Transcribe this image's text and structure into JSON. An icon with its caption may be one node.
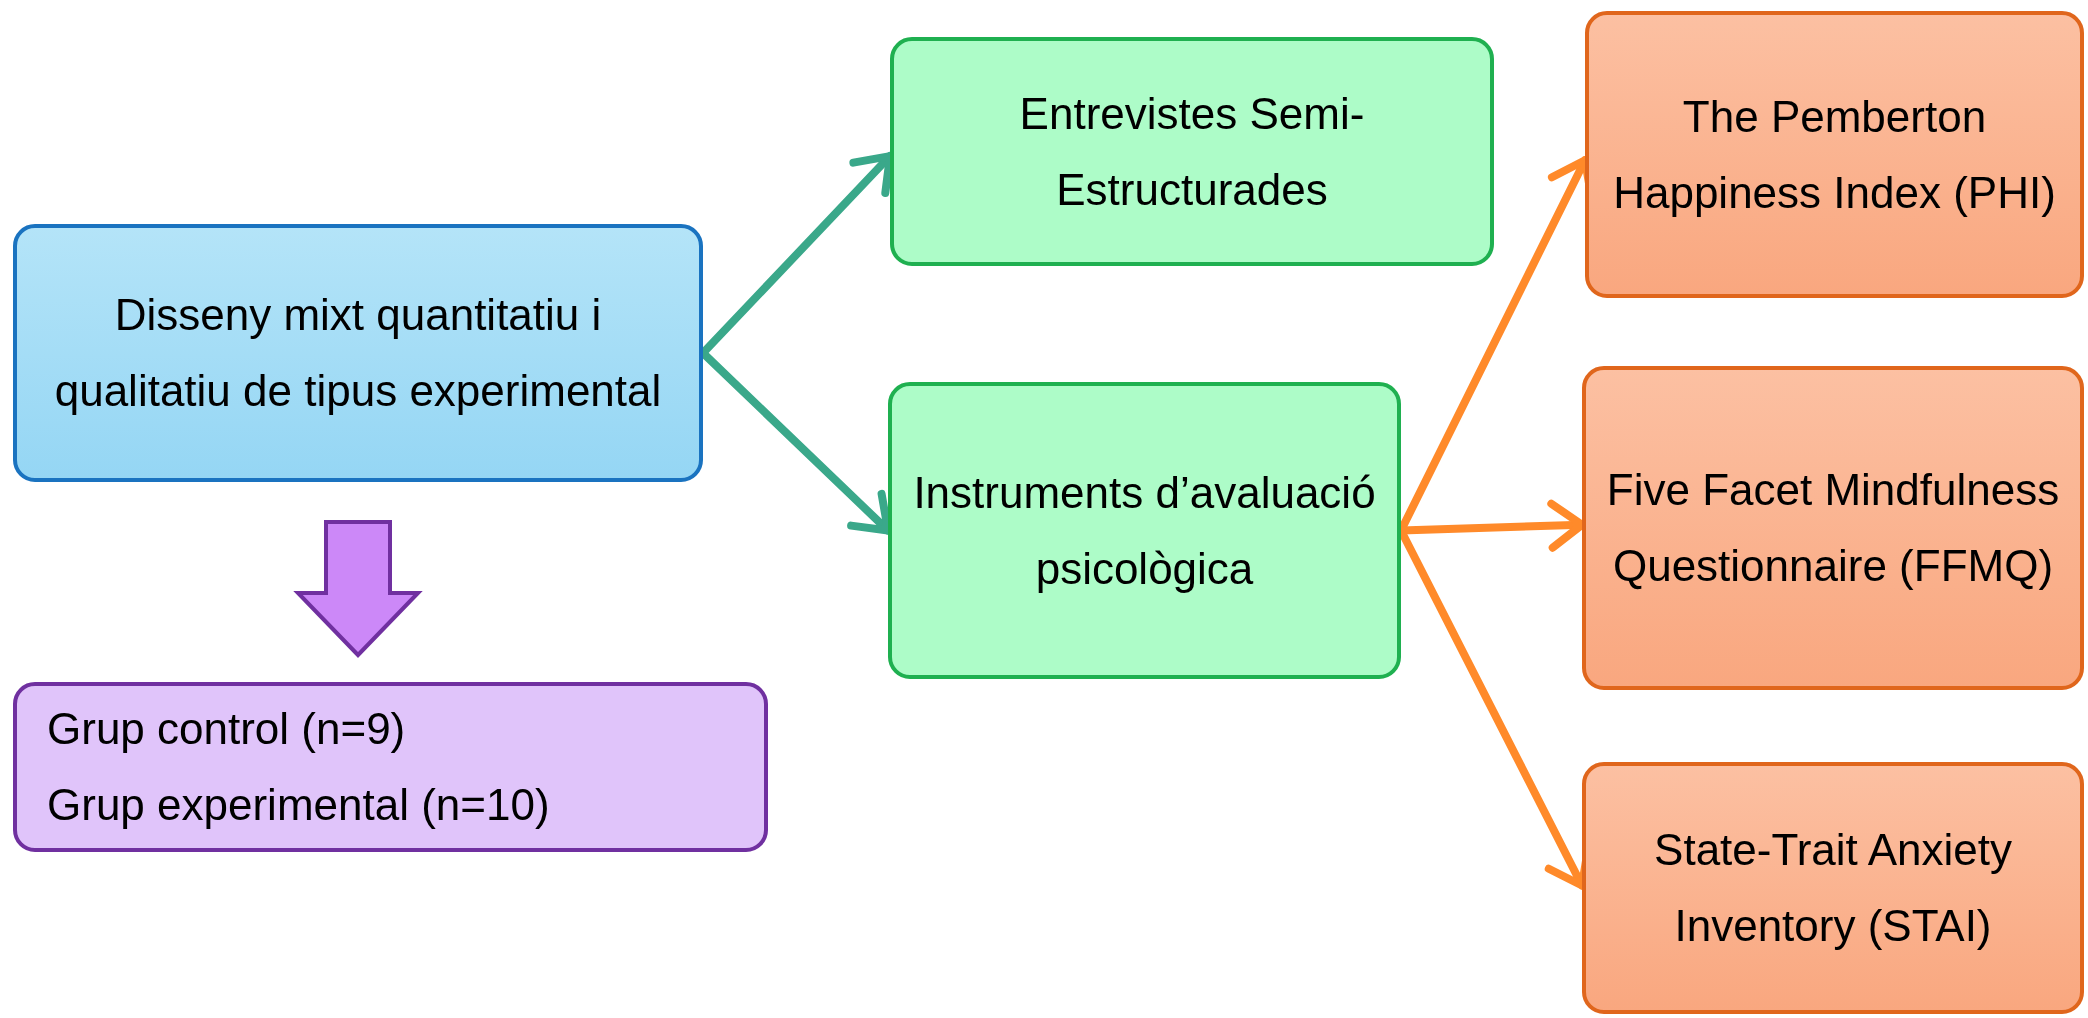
{
  "diagram": {
    "nodes": [
      {
        "text": [
          "Disseny mixt quantitatiu i qualitatiu de tipus experimental"
        ]
      },
      {
        "text": [
          "Grup control (n=9)",
          "Grup experimental (n=10)"
        ]
      },
      {
        "text": [
          "Entrevistes Semi-Estructurades"
        ]
      },
      {
        "text": [
          "Instruments d’avaluació psicològica"
        ]
      },
      {
        "text": [
          "The Pemberton Happiness Index (PHI)"
        ]
      },
      {
        "text": [
          "Five Facet Mindfulness Questionnaire (FFMQ)"
        ]
      },
      {
        "text": [
          "State-Trait Anxiety Inventory (STAI)"
        ]
      }
    ],
    "edges": [
      {
        "from": 0,
        "to": 1,
        "arrow": "to",
        "style": "thick",
        "color": "#cc88f8"
      },
      {
        "from": 0,
        "to": 2,
        "arrow": "to",
        "color": "#3aa88a"
      },
      {
        "from": 0,
        "to": 3,
        "arrow": "to",
        "color": "#3aa88a"
      },
      {
        "from": 3,
        "to": 4,
        "arrow": "to",
        "color": "#ff8a2a"
      },
      {
        "from": 3,
        "to": 5,
        "arrow": "to",
        "color": "#ff8a2a"
      },
      {
        "from": 3,
        "to": 6,
        "arrow": "to",
        "color": "#ff8a2a"
      }
    ]
  }
}
